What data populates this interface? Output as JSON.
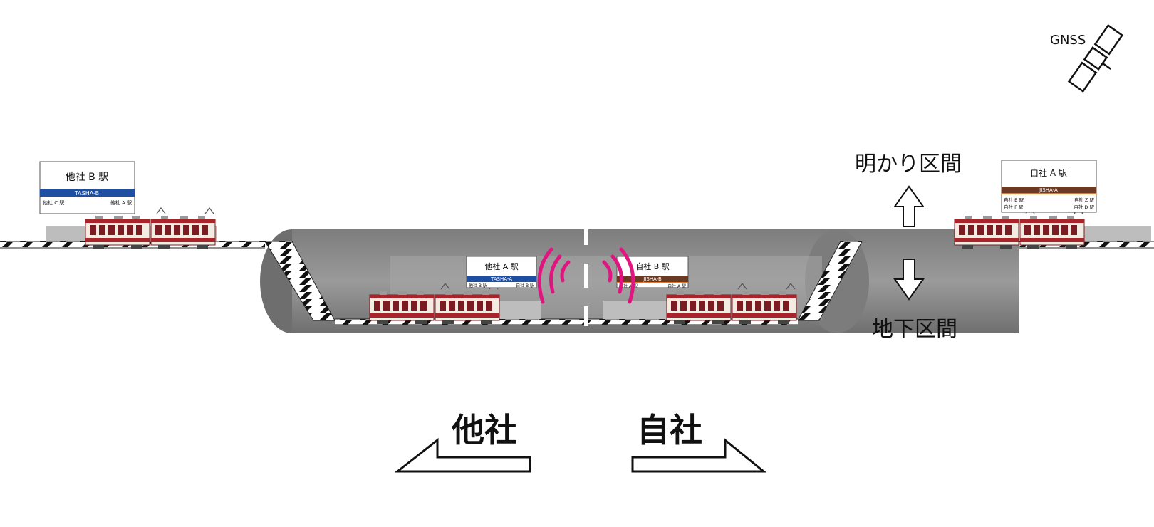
{
  "gnss_label": "GNSS",
  "above_ground_label": "明かり区間",
  "underground_label": "地下区間",
  "direction_other": "他社",
  "direction_own": "自社",
  "colors": {
    "tasha_blue": "#1f4fa3",
    "jisha_brown": "#6b3a22",
    "jisha_orange": "#e0782b",
    "train_red": "#a9232b",
    "train_cream": "#f3ece2",
    "signal_magenta": "#e0157f",
    "tunnel_gray": "#8e8e8e",
    "platform_gray": "#bdbdbd"
  },
  "stations": {
    "tasha_b": {
      "name": "他社 B 駅",
      "code": "TASHA-B",
      "left_neighbor": "他社 C 駅",
      "right_neighbor": "他社 A 駅"
    },
    "tasha_a": {
      "name": "他社 A 駅",
      "code": "TASHA-A",
      "left_neighbor": "他社 B 駅",
      "right_neighbor": "自社 B 駅"
    },
    "jisha_b": {
      "name": "自社 B 駅",
      "code": "JISHA-B",
      "left_neighbor": "他社 A 駅",
      "right_neighbor": "自社 A 駅"
    },
    "jisha_a": {
      "name": "自社 A 駅",
      "code": "JISHA-A",
      "left_neighbor_1": "自社 B 駅",
      "left_neighbor_2": "自社 F 駅",
      "right_neighbor_1": "自社 Z 駅",
      "right_neighbor_2": "自社 D 駅"
    }
  }
}
